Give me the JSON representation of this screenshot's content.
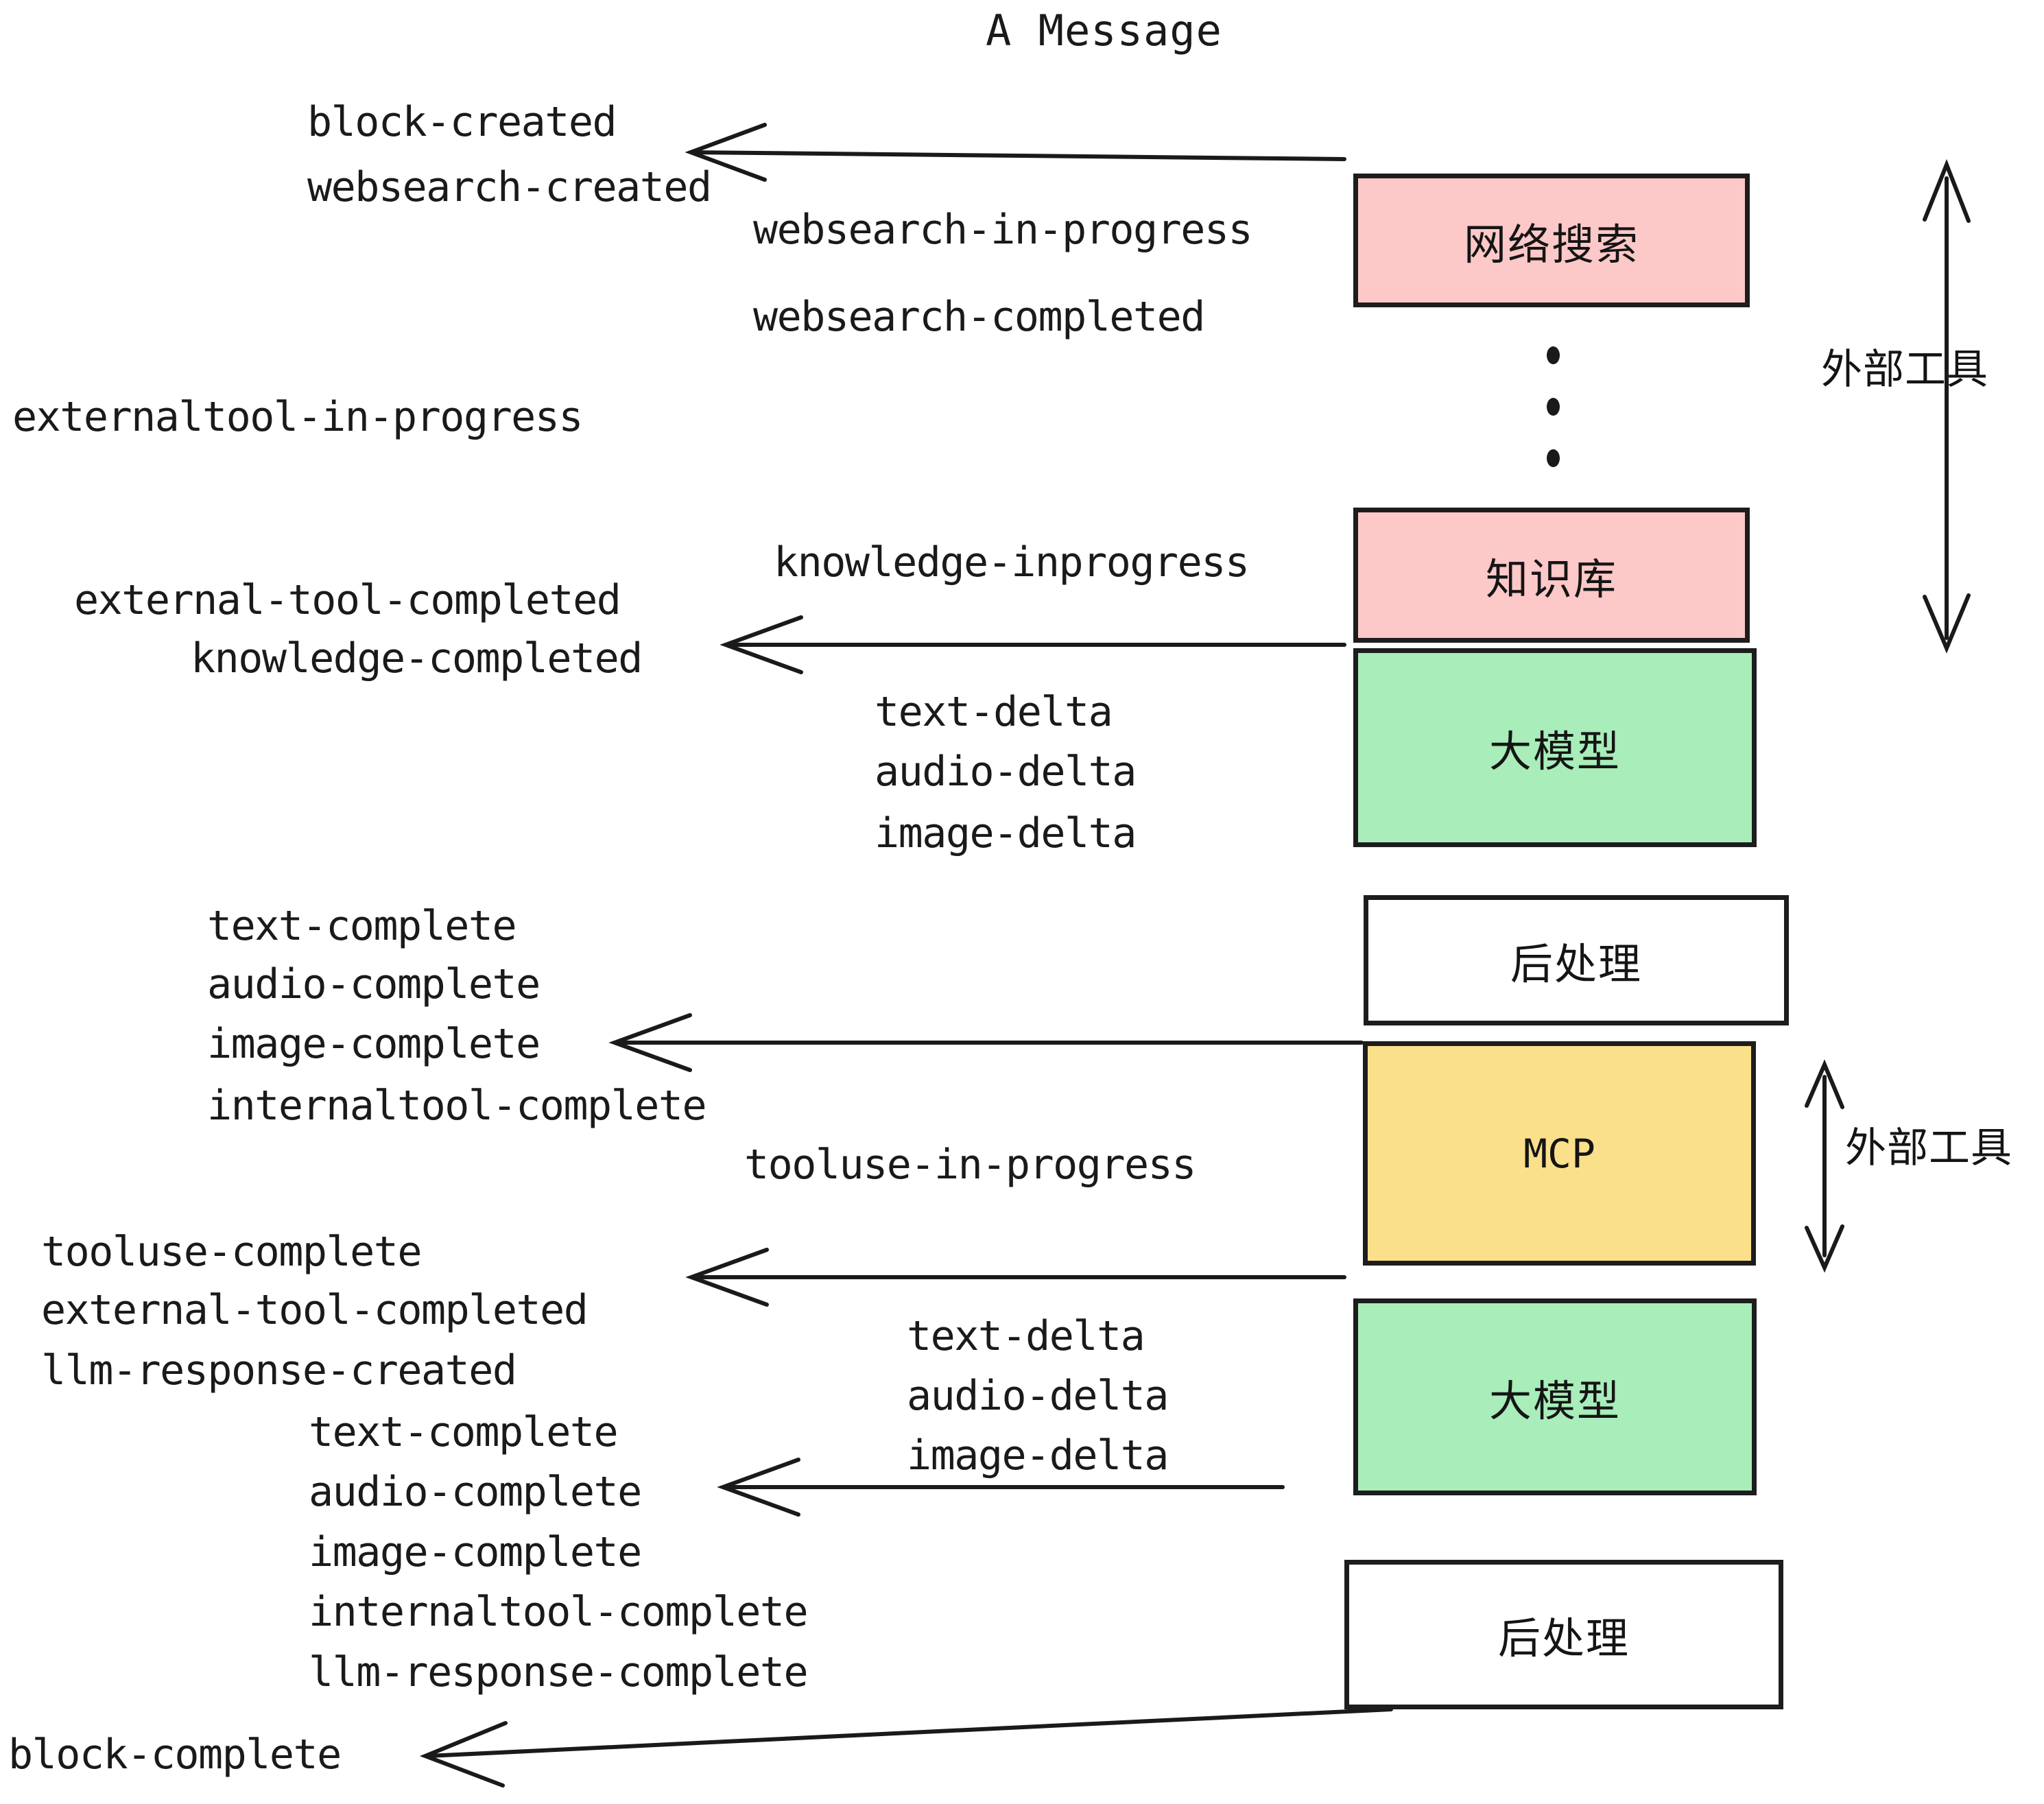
{
  "title": "A Message",
  "colors": {
    "pink": "#FCC8C8",
    "green": "#A8EDBA",
    "yellow": "#FAE08A",
    "white": "#FFFFFF",
    "stroke": "#1d1d1d",
    "text": "#1a1a1a"
  },
  "boxes": [
    {
      "id": "websearch",
      "label": "网络搜索",
      "fill": "pink"
    },
    {
      "id": "knowledge",
      "label": "知识库",
      "fill": "pink"
    },
    {
      "id": "llm-top",
      "label": "大模型",
      "fill": "green"
    },
    {
      "id": "postprocess-top",
      "label": "后处理",
      "fill": "white"
    },
    {
      "id": "mcp",
      "label": "MCP",
      "fill": "yellow"
    },
    {
      "id": "llm-bottom",
      "label": "大模型",
      "fill": "green"
    },
    {
      "id": "postprocess-bottom",
      "label": "后处理",
      "fill": "white"
    }
  ],
  "side_labels": [
    {
      "id": "external-tools-top",
      "label": "外部工具"
    },
    {
      "id": "external-tools-bottom",
      "label": "外部工具"
    }
  ],
  "events": {
    "block_created": "block-created",
    "websearch_created": "websearch-created",
    "websearch_in_progress": "websearch-in-progress",
    "websearch_completed": "websearch-completed",
    "externaltool_in_progress": "externaltool-in-progress",
    "knowledge_inprogress": "knowledge-inprogress",
    "external_tool_completed_1": "external-tool-completed",
    "knowledge_completed": "knowledge-completed",
    "text_delta_1": "text-delta",
    "audio_delta_1": "audio-delta",
    "image_delta_1": "image-delta",
    "text_complete_1": "text-complete",
    "audio_complete_1": "audio-complete",
    "image_complete_1": "image-complete",
    "internaltool_complete_1": "internaltool-complete",
    "tooluse_in_progress": "tooluse-in-progress",
    "tooluse_complete": "tooluse-complete",
    "external_tool_completed_2": "external-tool-completed",
    "llm_response_created": "llm-response-created",
    "text_delta_2": "text-delta",
    "audio_delta_2": "audio-delta",
    "image_delta_2": "image-delta",
    "text_complete_2": "text-complete",
    "audio_complete_2": "audio-complete",
    "image_complete_2": "image-complete",
    "internaltool_complete_2": "internaltool-complete",
    "llm_response_complete": "llm-response-complete",
    "block_complete": "block-complete"
  }
}
